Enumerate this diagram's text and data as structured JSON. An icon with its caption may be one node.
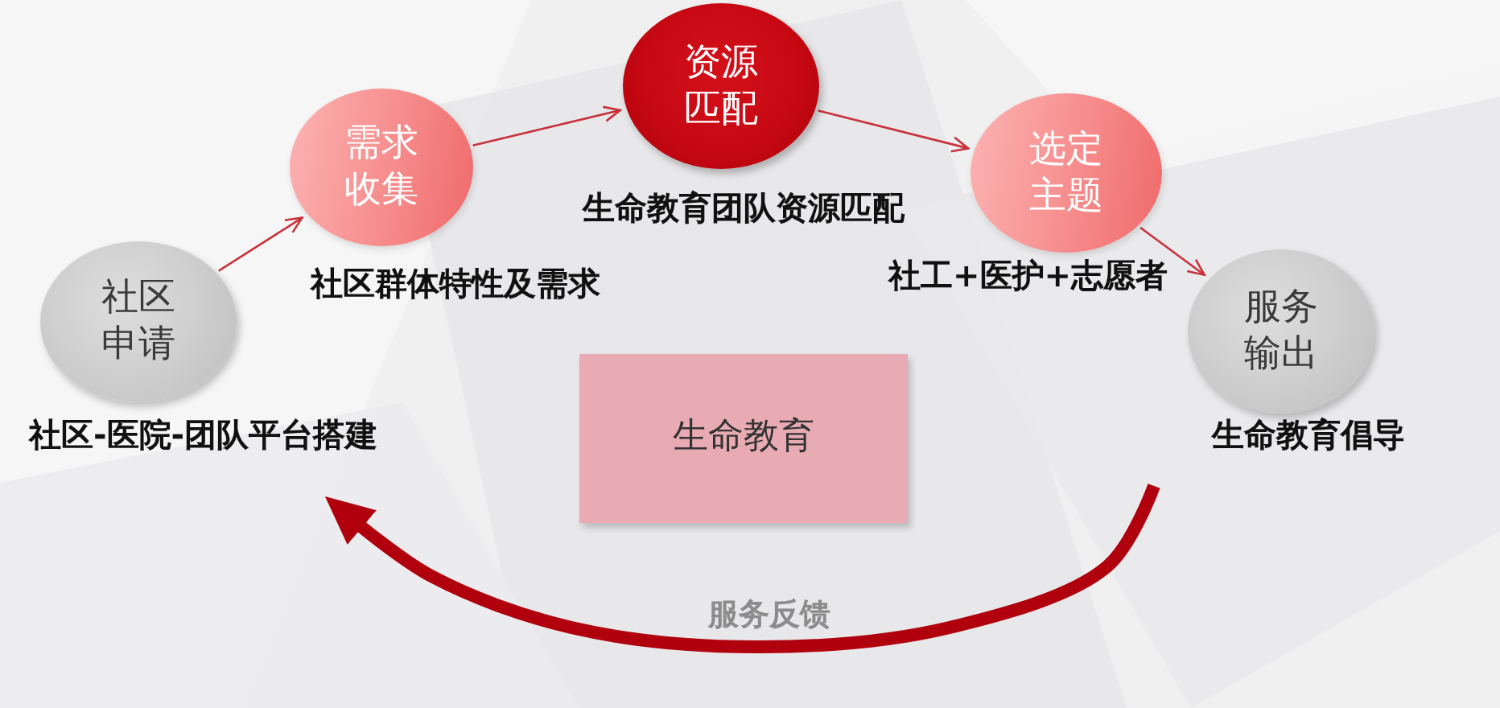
{
  "diagram": {
    "nodes": [
      {
        "text": [
          "社区申请"
        ],
        "beside": [
          "社区-医院-团队平台搭建"
        ]
      },
      {
        "text": [
          "需求收集"
        ],
        "beside": [
          "社区群体特性及需求"
        ]
      },
      {
        "text": [
          "资源匹配"
        ],
        "beside": [
          "生命教育团队资源匹配"
        ]
      },
      {
        "text": [
          "选定主题"
        ],
        "beside": [
          "社工+医护+志愿者"
        ]
      },
      {
        "text": [
          "服务输出"
        ],
        "beside": [
          "生命教育倡导"
        ]
      },
      {
        "text": [
          "生命教育"
        ]
      }
    ],
    "edges": [
      {
        "from": 0,
        "to": 1,
        "arrow": "to"
      },
      {
        "from": 1,
        "to": 2,
        "arrow": "to"
      },
      {
        "from": 2,
        "to": 3,
        "arrow": "to"
      },
      {
        "from": 3,
        "to": 4,
        "arrow": "to"
      },
      {
        "from": 4,
        "to": 0,
        "arrow": "to",
        "label": "服务反馈",
        "style": "thick",
        "color": "#b0000e"
      }
    ]
  }
}
